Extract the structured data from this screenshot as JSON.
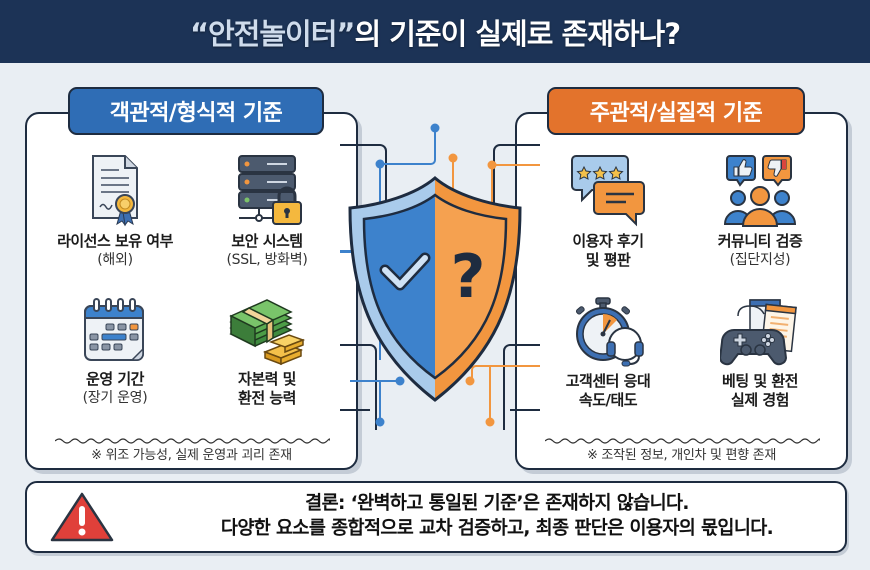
{
  "header": {
    "title_quoted": "“안전놀이터”",
    "title_rest": "의 기준이 실제로 존재하나?"
  },
  "left_panel": {
    "tag": "객관적/형식적 기준",
    "color": "#2f6db5",
    "items": [
      {
        "title": "라이선스 보유 여부",
        "sub": "(해외)",
        "icon": "certificate-icon"
      },
      {
        "title": "보안 시스템",
        "sub": "(SSL, 방화벽)",
        "icon": "server-lock-icon"
      },
      {
        "title": "운영 기간",
        "sub": "(장기 운영)",
        "icon": "calendar-icon"
      },
      {
        "title": "자본력 및",
        "sub": "환전 능력",
        "icon": "money-gold-icon"
      }
    ],
    "note": "※ 위조 가능성, 실제 운영과 괴리 존재"
  },
  "right_panel": {
    "tag": "주관적/실질적 기준",
    "color": "#e3732c",
    "items": [
      {
        "title": "이용자 후기",
        "sub": "및 평판",
        "icon": "review-chat-icon"
      },
      {
        "title": "커뮤니티 검증",
        "sub": "(집단지성)",
        "icon": "community-icon"
      },
      {
        "title": "고객센터 응대",
        "sub": "속도/태도",
        "icon": "stopwatch-headset-icon"
      },
      {
        "title": "베팅 및 환전",
        "sub": "실제 경험",
        "icon": "gamepad-icon"
      }
    ],
    "note": "※ 조작된 정보, 개인차 및 편향 존재"
  },
  "center": {
    "icon": "shield-check-question-icon",
    "left_color": "#3d82cc",
    "right_color": "#f2963f"
  },
  "conclusion": {
    "icon": "warning-icon",
    "line1": "결론: ‘완벽하고 통일된 기준’은 존재하지 않습니다.",
    "line2": "다양한 요소를 종합적으로 교차 검증하고, 최종 판단은 이용자의 몫입니다."
  }
}
